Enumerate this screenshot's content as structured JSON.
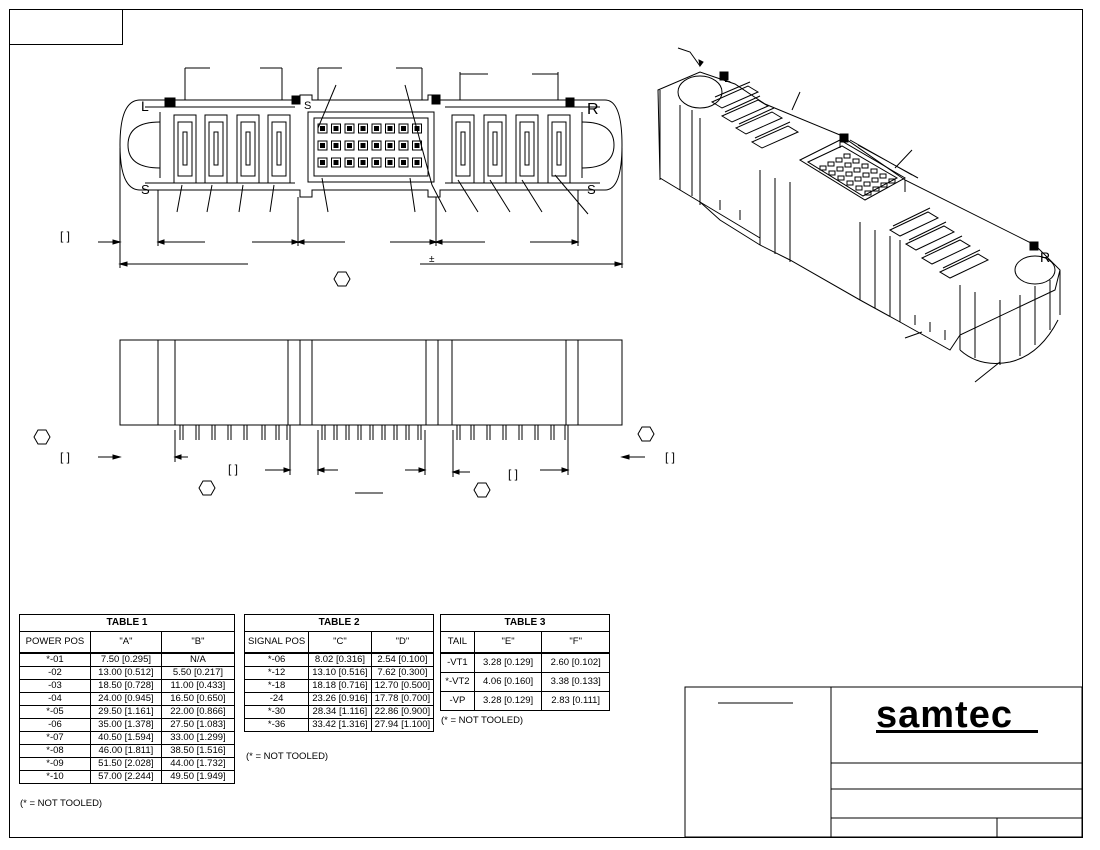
{
  "tables": {
    "table1": {
      "title": "TABLE 1",
      "headers": [
        "POWER POS",
        "\"A\"",
        "\"B\""
      ],
      "rows": [
        [
          "*-01",
          "7.50 [0.295]",
          "N/A"
        ],
        [
          "-02",
          "13.00 [0.512]",
          "5.50 [0.217]"
        ],
        [
          "-03",
          "18.50 [0.728]",
          "11.00 [0.433]"
        ],
        [
          "-04",
          "24.00 [0.945]",
          "16.50 [0.650]"
        ],
        [
          "*-05",
          "29.50 [1.161]",
          "22.00 [0.866]"
        ],
        [
          "-06",
          "35.00 [1.378]",
          "27.50 [1.083]"
        ],
        [
          "*-07",
          "40.50 [1.594]",
          "33.00 [1.299]"
        ],
        [
          "*-08",
          "46.00 [1.811]",
          "38.50 [1.516]"
        ],
        [
          "*-09",
          "51.50 [2.028]",
          "44.00 [1.732]"
        ],
        [
          "*-10",
          "57.00 [2.244]",
          "49.50 [1.949]"
        ]
      ],
      "note": "(* = NOT TOOLED)"
    },
    "table2": {
      "title": "TABLE 2",
      "headers": [
        "SIGNAL POS",
        "\"C\"",
        "\"D\""
      ],
      "rows": [
        [
          "*-06",
          "8.02 [0.316]",
          "2.54 [0.100]"
        ],
        [
          "*-12",
          "13.10 [0.516]",
          "7.62 [0.300]"
        ],
        [
          "*-18",
          "18.18 [0.716]",
          "12.70 [0.500]"
        ],
        [
          "-24",
          "23.26 [0.916]",
          "17.78 [0.700]"
        ],
        [
          "*-30",
          "28.34 [1.116]",
          "22.86 [0.900]"
        ],
        [
          "*-36",
          "33.42 [1.316]",
          "27.94 [1.100]"
        ]
      ],
      "note": "(* = NOT TOOLED)"
    },
    "table3": {
      "title": "TABLE 3",
      "headers": [
        "TAIL",
        "\"E\"",
        "\"F\""
      ],
      "rows": [
        [
          "-VT1",
          "3.28 [0.129]",
          "2.60 [0.102]"
        ],
        [
          "*-VT2",
          "4.06 [0.160]",
          "3.38 [0.133]"
        ],
        [
          "-VP",
          "3.28 [0.129]",
          "2.83 [0.111]"
        ]
      ],
      "note": "(* = NOT TOOLED)"
    }
  },
  "drawing": {
    "dim_brackets": "[     ]",
    "plus_minus": "±",
    "pol_left": "L",
    "pol_right": "R",
    "mark_s": "S",
    "detail_letters": [
      "L",
      "R"
    ]
  },
  "title_block": {
    "logo": "samtec"
  }
}
